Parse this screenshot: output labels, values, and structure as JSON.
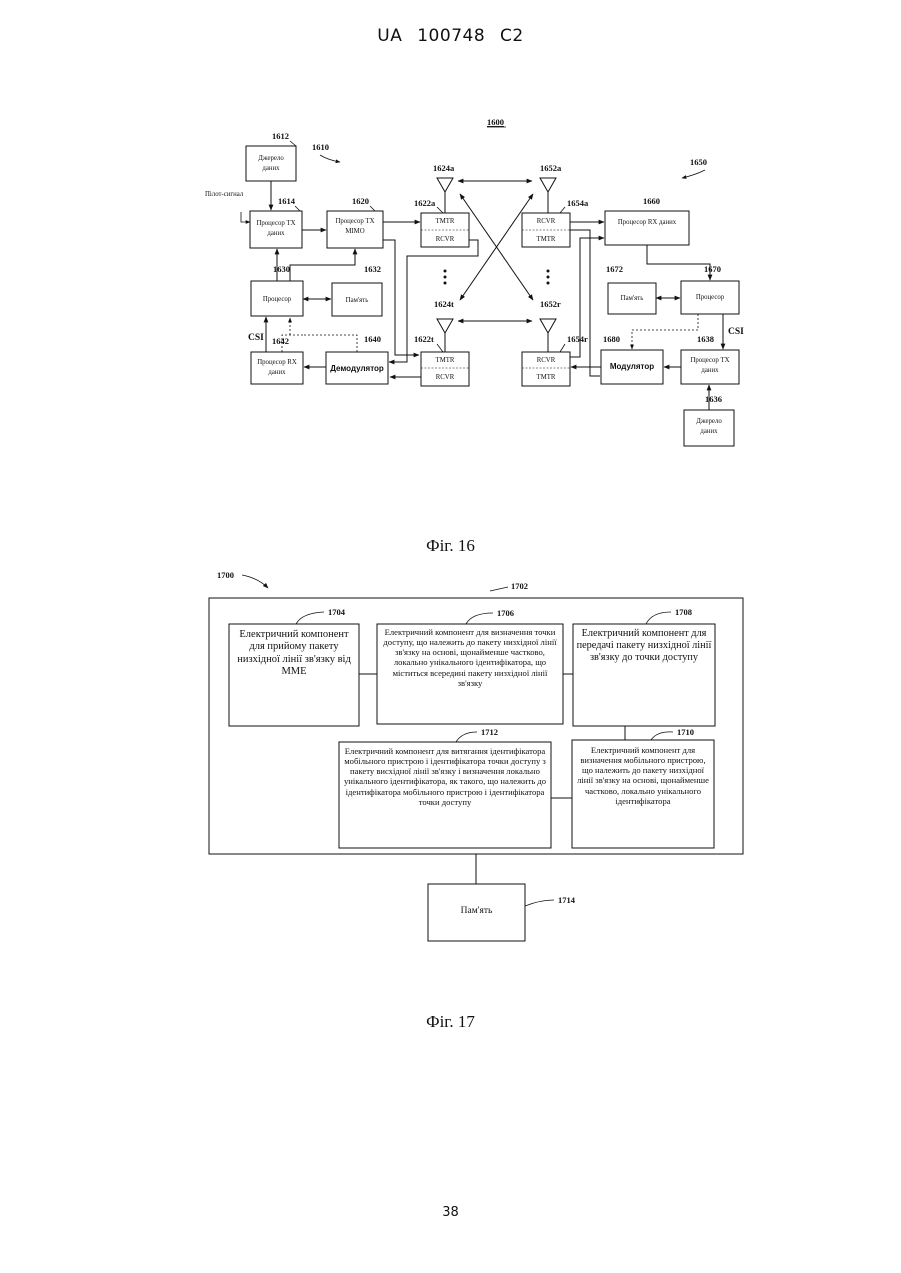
{
  "header": {
    "doc_id": "UA   100748   C2"
  },
  "fig16": {
    "caption": "Фіг. 16",
    "refs": {
      "r1600": "1600",
      "r1610": "1610",
      "r1650": "1650",
      "r1612": "1612",
      "r1614": "1614",
      "r1620": "1620",
      "r1630": "1630",
      "r1632": "1632",
      "r1640": "1640",
      "r1642": "1642",
      "r1622a": "1622a",
      "r1622t": "1622t",
      "r1624a": "1624a",
      "r1624t": "1624t",
      "r1652a": "1652a",
      "r1652r": "1652r",
      "r1654a": "1654a",
      "r1654r": "1654r",
      "r1660": "1660",
      "r1670": "1670",
      "r1672": "1672",
      "r1680": "1680",
      "r1638": "1638",
      "r1636": "1636"
    },
    "labels": {
      "pilot": "Пілот-сигнал",
      "source_l1": "Джерело",
      "source_l2": "даних",
      "tx_proc_l1": "Процесор ТХ",
      "tx_proc_l2": "даних",
      "tx_mimo_l1": "Процесор ТХ",
      "tx_mimo_l2": "МІМО",
      "processor": "Процесор",
      "memory": "Пам'ять",
      "rx_proc_l1": "Процесор RX",
      "rx_proc_l2": "даних",
      "demod": "Демодулятор",
      "tmtr": "TMTR",
      "rcvr": "RCVR",
      "rx_data_proc": "Процесор RX даних",
      "modulator": "Модулятор",
      "csi_left": "CSI",
      "csi_right": "CSI"
    }
  },
  "fig17": {
    "caption": "Фіг. 17",
    "refs": {
      "r1700": "1700",
      "r1702": "1702",
      "r1704": "1704",
      "r1706": "1706",
      "r1708": "1708",
      "r1710": "1710",
      "r1712": "1712",
      "r1714": "1714"
    },
    "boxes": {
      "b1704": "Електричний компонент для прийому пакету низхідної лінії зв'язку від MME",
      "b1706": "Електричний компонент для визначення точки доступу, що належить до пакету низхідної лінії зв'язку на основі, щонайменше частково, локально унікального ідентифікатора, що міститься всередині пакету низхідної лінії зв'язку",
      "b1708": "Електричний компонент для передачі пакету низхідної лінії зв'язку до точки доступу",
      "b1712": "Електричний компонент для витягання ідентифікатора мобільного пристрою і ідентифікатора точки доступу з пакету висхідної лінії зв'язку і визначення локально унікального ідентифікатора, як такого, що належить до ідентифікатора мобільного пристрою і ідентифікатора точки доступу",
      "b1710": "Електричний компонент для визначення мобільного пристрою, що належить до пакету низхідної лінії зв'язку на основі, щонайменше частково, локально унікального ідентифікатора",
      "b1714": "Пам'ять"
    }
  },
  "page_number": "38"
}
